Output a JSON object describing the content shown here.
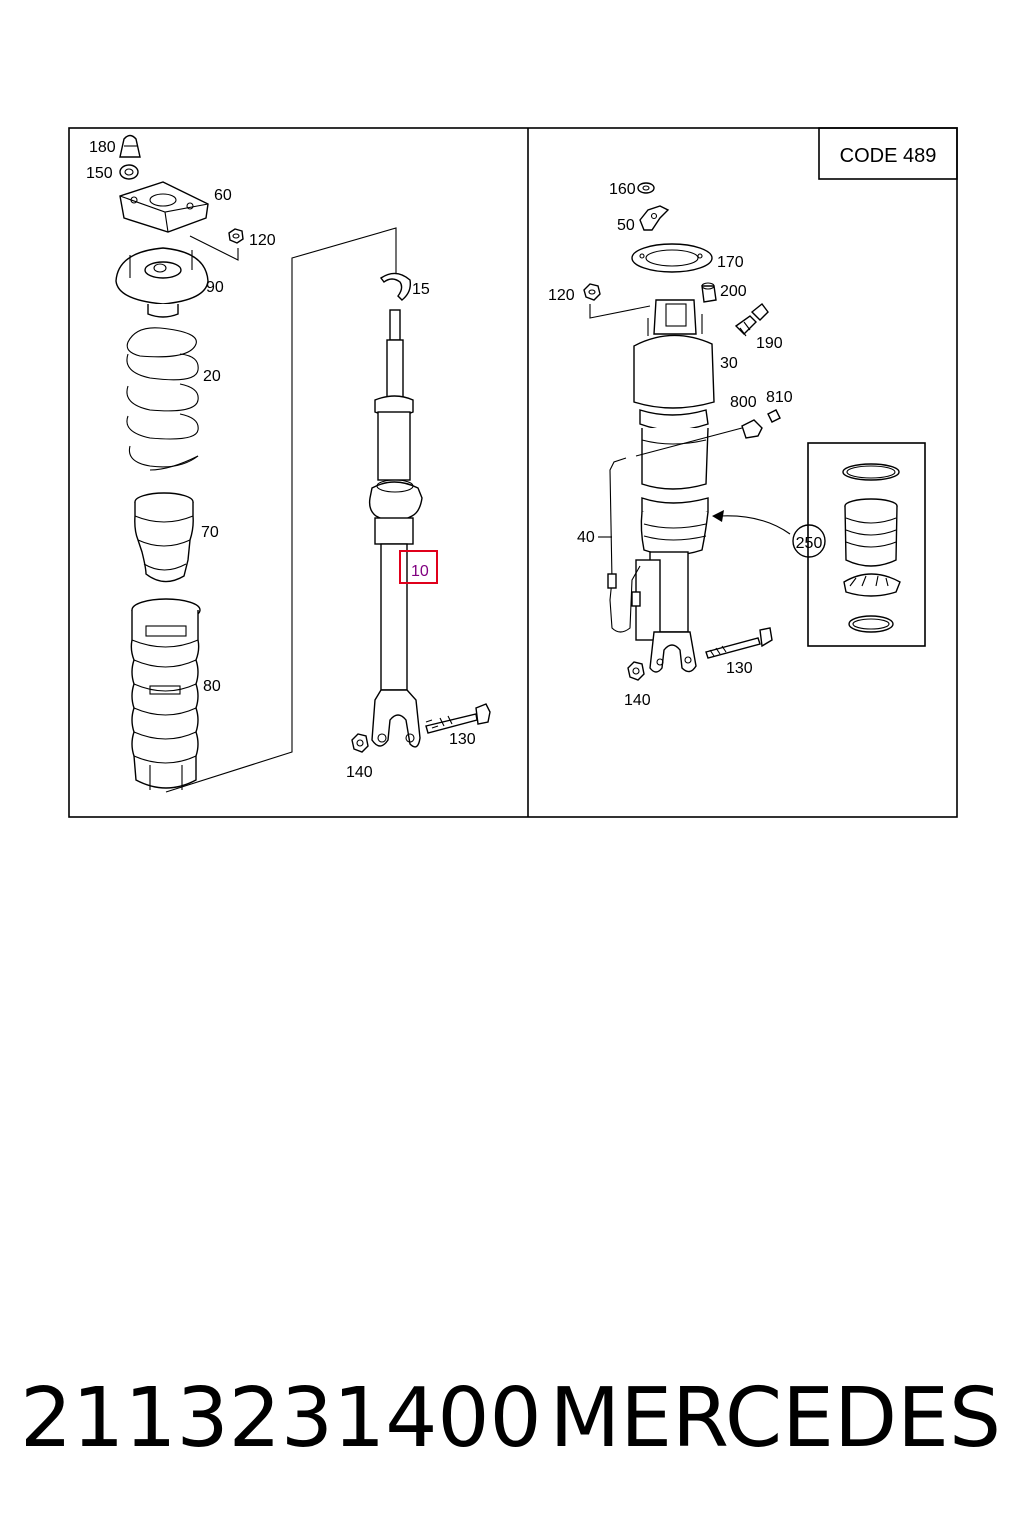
{
  "diagram": {
    "code_label": "CODE 489",
    "callouts": {
      "p180": "180",
      "p150": "150",
      "p60": "60",
      "p120a": "120",
      "p90": "90",
      "p20": "20",
      "p70": "70",
      "p80": "80",
      "p15": "15",
      "p10": "10",
      "p130a": "130",
      "p140a": "140",
      "p160": "160",
      "p50": "50",
      "p170": "170",
      "p120b": "120",
      "p200": "200",
      "p190": "190",
      "p30": "30",
      "p800": "800",
      "p810": "810",
      "p40": "40",
      "p250": "250",
      "p130b": "130",
      "p140b": "140"
    },
    "highlight_color": "#e0001b"
  },
  "footer": {
    "part_number": "2113231400",
    "brand": "MERCEDES"
  }
}
